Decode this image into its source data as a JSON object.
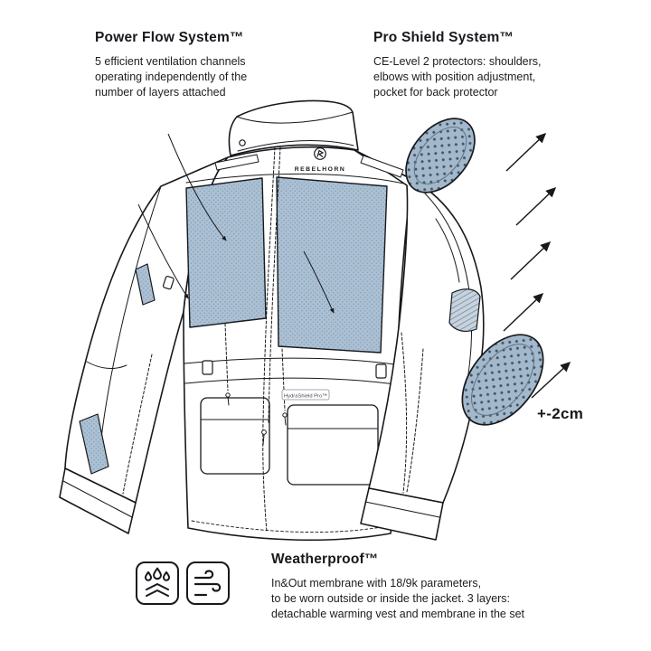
{
  "features": {
    "power_flow": {
      "title": "Power Flow System™",
      "lines": [
        "5 efficient ventilation channels",
        "operating independently of the",
        "number of layers attached"
      ]
    },
    "pro_shield": {
      "title": "Pro Shield System™",
      "lines": [
        "CE-Level 2 protectors: shoulders,",
        "elbows with position adjustment,",
        "pocket for back protector"
      ]
    },
    "weatherproof": {
      "title": "Weatherproof™",
      "lines": [
        "In&Out membrane with 18/9k parameters,",
        "to be worn outside or inside the jacket. 3 layers:",
        "detachable warming vest and membrane in the set"
      ]
    }
  },
  "jacket": {
    "brand": "REBELHORN",
    "membrane_label": "HydraShield Pro™",
    "elbow_adjustment": "+-2cm"
  },
  "icons": [
    {
      "name": "waterproof-drops-icon"
    },
    {
      "name": "airflow-icon"
    }
  ],
  "colors": {
    "background": "#ffffff",
    "line": "#17191d",
    "mesh_panel": "#abc0d3",
    "protector": "#a3b8cb",
    "text": "#17191d"
  }
}
